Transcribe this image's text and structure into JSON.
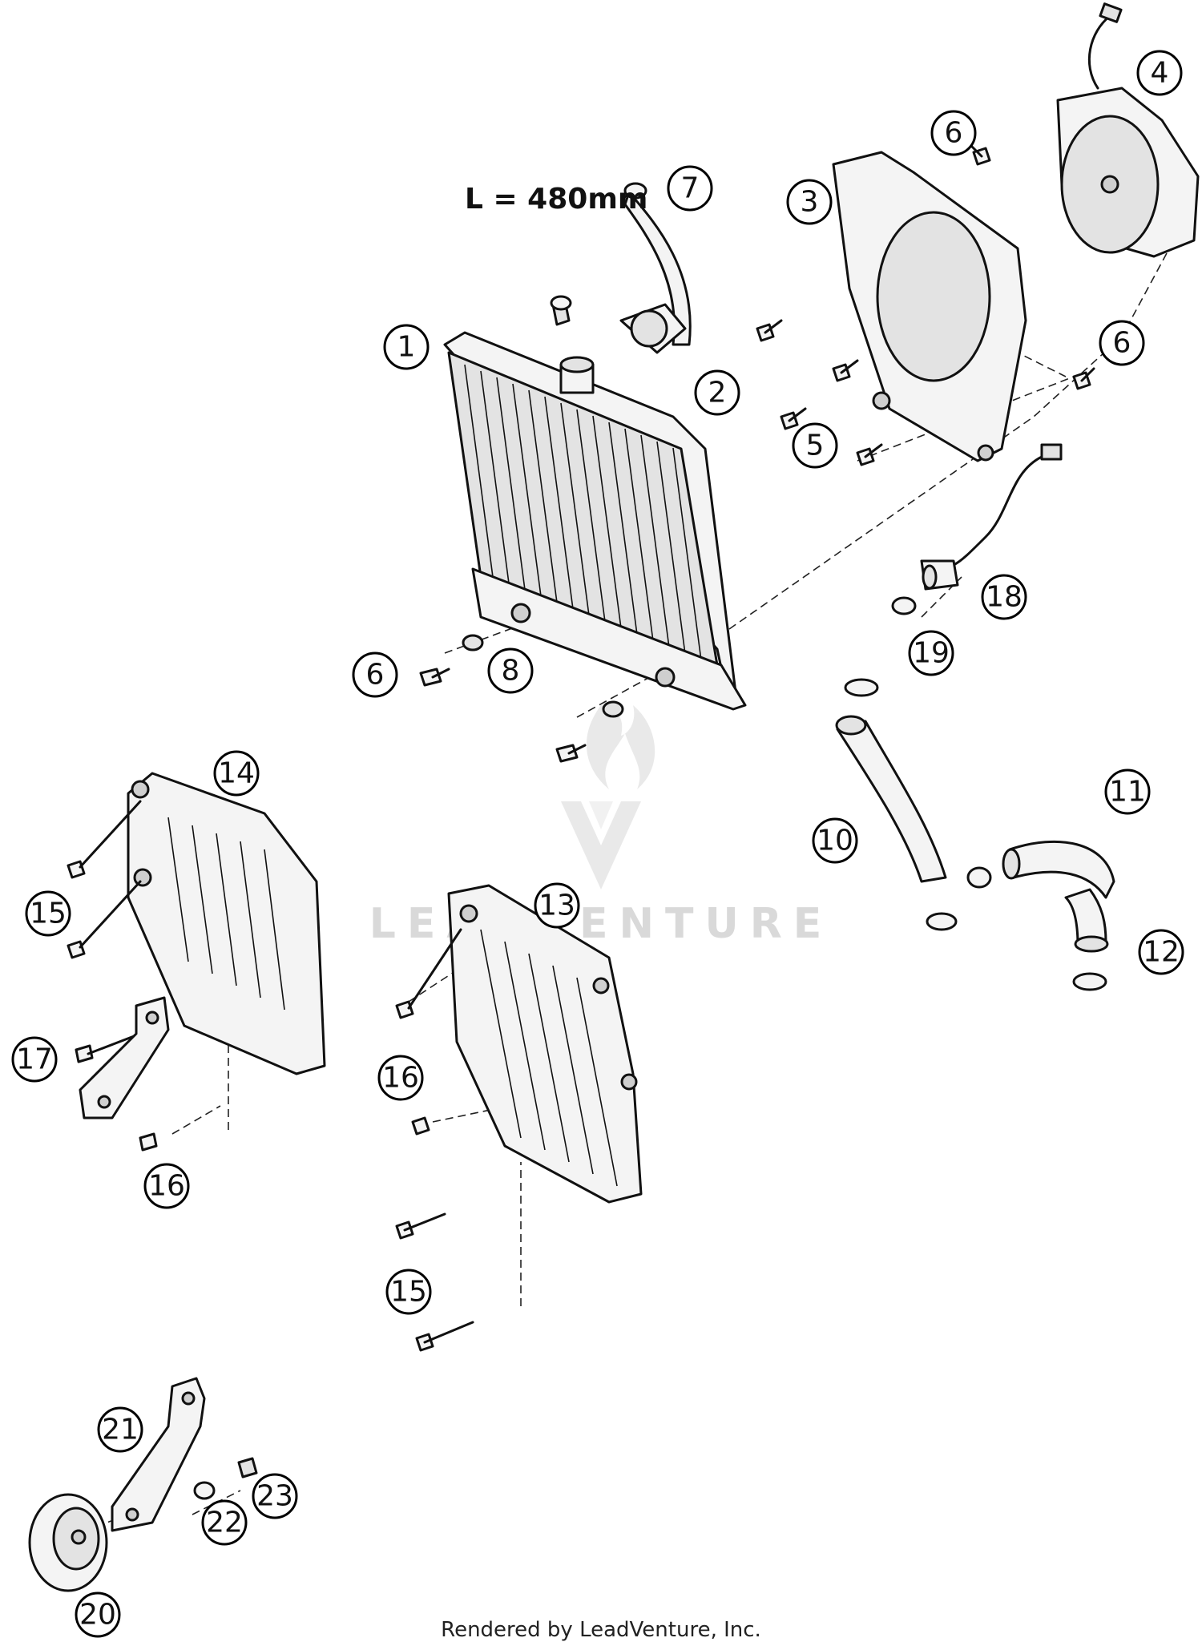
{
  "diagram": {
    "dimension_label": "L = 480mm",
    "watermark": "LEADVENTURE",
    "footer": "Rendered by LeadVenture, Inc.",
    "callouts": [
      {
        "id": "c1",
        "label": "1"
      },
      {
        "id": "c2",
        "label": "2"
      },
      {
        "id": "c3",
        "label": "3"
      },
      {
        "id": "c4",
        "label": "4"
      },
      {
        "id": "c5",
        "label": "5"
      },
      {
        "id": "c6a",
        "label": "6"
      },
      {
        "id": "c6b",
        "label": "6"
      },
      {
        "id": "c6c",
        "label": "6"
      },
      {
        "id": "c7",
        "label": "7"
      },
      {
        "id": "c8",
        "label": "8"
      },
      {
        "id": "c10",
        "label": "10"
      },
      {
        "id": "c11",
        "label": "11"
      },
      {
        "id": "c12",
        "label": "12"
      },
      {
        "id": "c13",
        "label": "13"
      },
      {
        "id": "c14",
        "label": "14"
      },
      {
        "id": "c15a",
        "label": "15"
      },
      {
        "id": "c15b",
        "label": "15"
      },
      {
        "id": "c16a",
        "label": "16"
      },
      {
        "id": "c16b",
        "label": "16"
      },
      {
        "id": "c17",
        "label": "17"
      },
      {
        "id": "c18",
        "label": "18"
      },
      {
        "id": "c19",
        "label": "19"
      },
      {
        "id": "c20",
        "label": "20"
      },
      {
        "id": "c21",
        "label": "21"
      },
      {
        "id": "c22",
        "label": "22"
      },
      {
        "id": "c23",
        "label": "23"
      }
    ]
  }
}
